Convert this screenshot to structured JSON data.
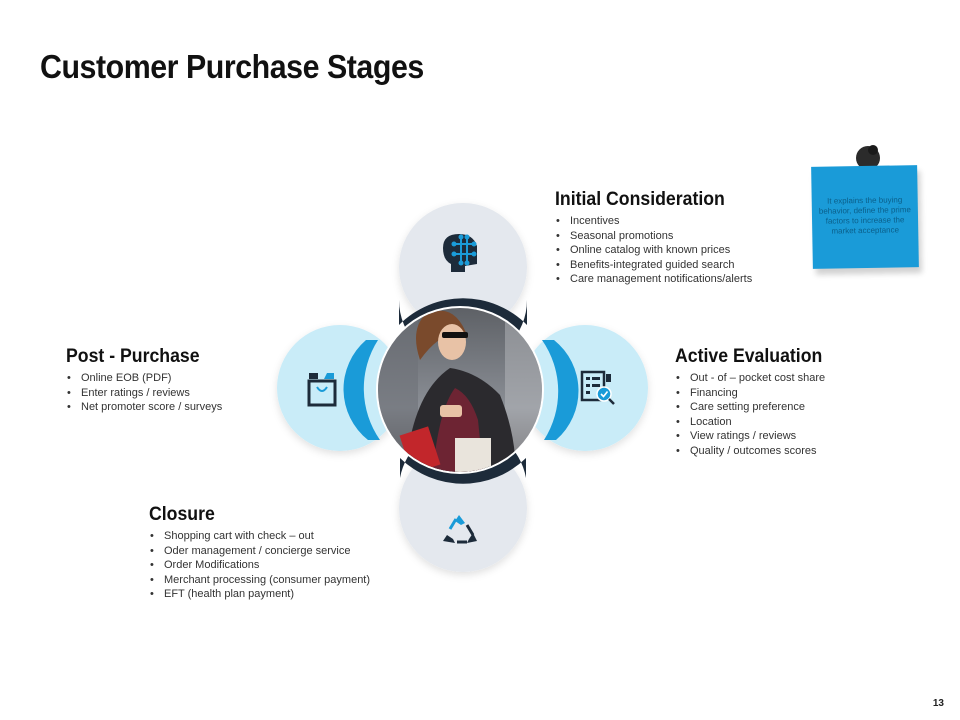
{
  "title": "Customer Purchase Stages",
  "stages": [
    {
      "heading": "Initial Consideration",
      "items": [
        "Incentives",
        "Seasonal promotions",
        "Online catalog with known prices",
        "Benefits-integrated guided search",
        "Care management notifications/alerts"
      ]
    },
    {
      "heading": "Active Evaluation",
      "items": [
        "Out - of – pocket cost share",
        "Financing",
        "Care setting preference",
        "Location",
        "View ratings / reviews",
        "Quality / outcomes scores"
      ]
    },
    {
      "heading": "Post - Purchase",
      "items": [
        "Online EOB (PDF)",
        "Enter ratings / reviews",
        "Net promoter score / surveys"
      ]
    },
    {
      "heading": "Closure",
      "items": [
        "Shopping cart with check – out",
        "Oder management / concierge service",
        "Order Modifications",
        "Merchant processing (consumer payment)",
        "EFT (health plan payment)"
      ]
    }
  ],
  "note": {
    "text": "It explains the buying behavior, define the prime factors to increase the market acceptance"
  },
  "icons": {
    "top": "brain-circuit-icon",
    "right": "checklist-search-icon",
    "left": "shopping-bag-icon",
    "bottom": "recycle-icon",
    "center": "shopper-photo",
    "pin": "pushpin-icon"
  },
  "colors": {
    "navy": "#1d2b3a",
    "blue": "#1a9bd8",
    "light_blue": "#c9ecf8",
    "light_gray": "#e4e8ee"
  },
  "page_number": "13"
}
